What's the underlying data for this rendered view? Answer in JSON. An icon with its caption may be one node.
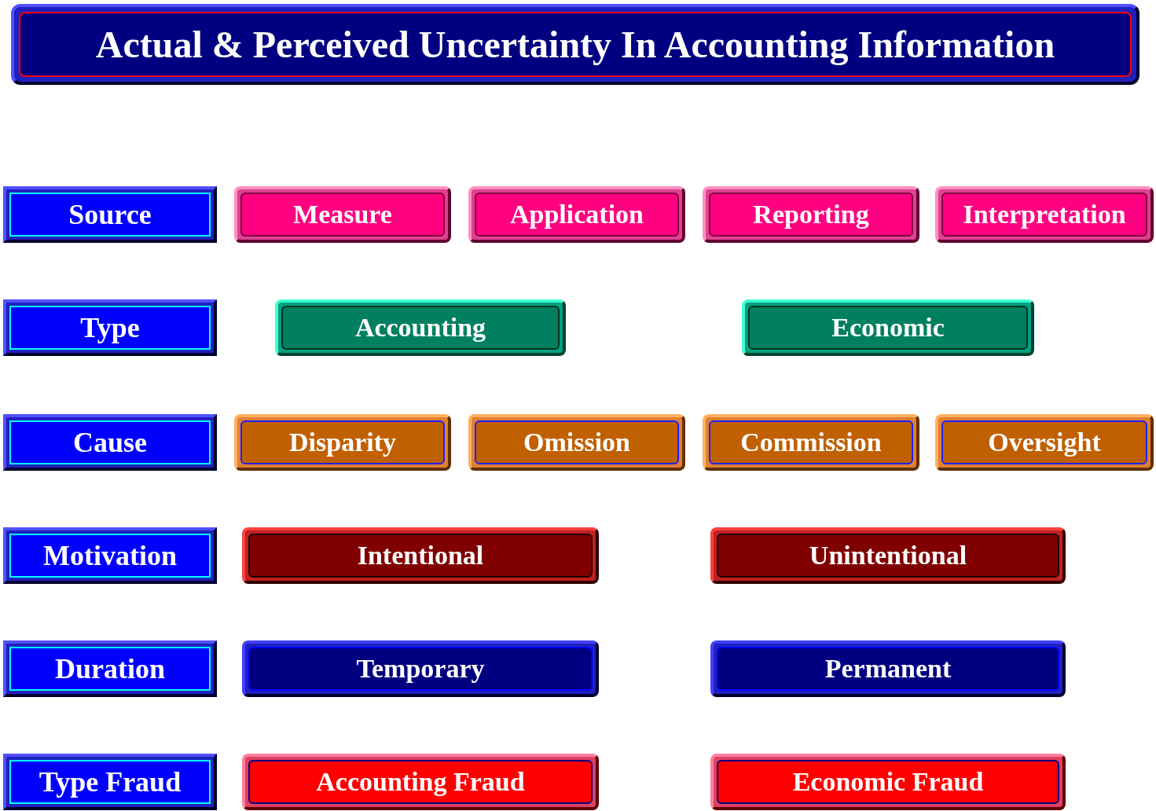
{
  "diagram": {
    "title": "Actual & Perceived Uncertainty In Accounting Information",
    "nodes": [
      {
        "text": [
          "Source"
        ]
      },
      {
        "text": [
          "Measure"
        ]
      },
      {
        "text": [
          "Application"
        ]
      },
      {
        "text": [
          "Reporting"
        ]
      },
      {
        "text": [
          "Interpretation"
        ]
      },
      {
        "text": [
          "Type"
        ]
      },
      {
        "text": [
          "Accounting"
        ]
      },
      {
        "text": [
          "Economic"
        ]
      },
      {
        "text": [
          "Cause"
        ]
      },
      {
        "text": [
          "Disparity"
        ]
      },
      {
        "text": [
          "Omission"
        ]
      },
      {
        "text": [
          "Commission"
        ]
      },
      {
        "text": [
          "Oversight"
        ]
      },
      {
        "text": [
          "Motivation"
        ]
      },
      {
        "text": [
          "Intentional"
        ]
      },
      {
        "text": [
          "Unintentional"
        ]
      },
      {
        "text": [
          "Duration"
        ]
      },
      {
        "text": [
          "Temporary"
        ]
      },
      {
        "text": [
          "Permanent"
        ]
      },
      {
        "text": [
          "Type Fraud"
        ]
      },
      {
        "text": [
          "Accounting Fraud"
        ]
      },
      {
        "text": [
          "Economic Fraud"
        ]
      }
    ]
  }
}
